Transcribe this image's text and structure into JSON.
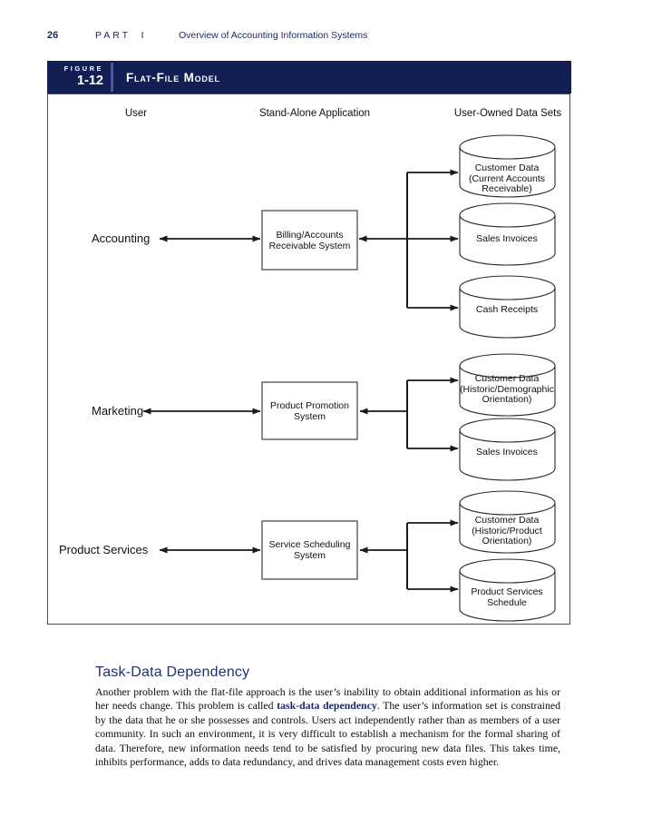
{
  "page_header": {
    "page_number": "26",
    "part_label": "PART  I",
    "chapter_title": "Overview of Accounting Information Systems"
  },
  "figure": {
    "figure_label": "FIGURE",
    "figure_number": "1-12",
    "figure_title": "Flat-File Model",
    "column_headers": {
      "user": "User",
      "application": "Stand-Alone Application",
      "datasets": "User-Owned Data Sets"
    },
    "users": [
      {
        "label": "Accounting"
      },
      {
        "label": "Marketing"
      },
      {
        "label": "Product Services"
      }
    ],
    "applications": [
      {
        "label": "Billing/Accounts\nReceivable System"
      },
      {
        "label": "Product Promotion\nSystem"
      },
      {
        "label": "Service Scheduling\nSystem"
      }
    ],
    "datasets": [
      {
        "label": "Customer Data\n(Current Accounts\nReceivable)"
      },
      {
        "label": "Sales Invoices"
      },
      {
        "label": "Cash Receipts"
      },
      {
        "label": "Customer Data\n(Historic/Demographic\nOrientation)"
      },
      {
        "label": "Sales Invoices"
      },
      {
        "label": "Customer Data\n(Historic/Product\nOrientation)"
      },
      {
        "label": "Product Services\nSchedule"
      }
    ]
  },
  "section": {
    "heading": "Task-Data Dependency",
    "paragraph": {
      "before_term": "Another problem with the flat-file approach is the user’s inability to obtain additional information as his or her needs change. This problem is called ",
      "term": "task-data dependency",
      "after_term": ". The user’s information set is constrained by the data that he or she possesses and controls. Users act independently rather than as members of a user community. In such an environment, it is very difficult to establish a mechanism for the formal sharing of data. Therefore, new information needs tend to be satisfied by procuring new data files. This takes time, inhibits performance, adds to data redundancy, and drives data management costs even higher."
    }
  },
  "colors": {
    "navy_bar": "#131f52",
    "navy_text": "#1c2a66",
    "heading_navy": "#1f3070"
  }
}
